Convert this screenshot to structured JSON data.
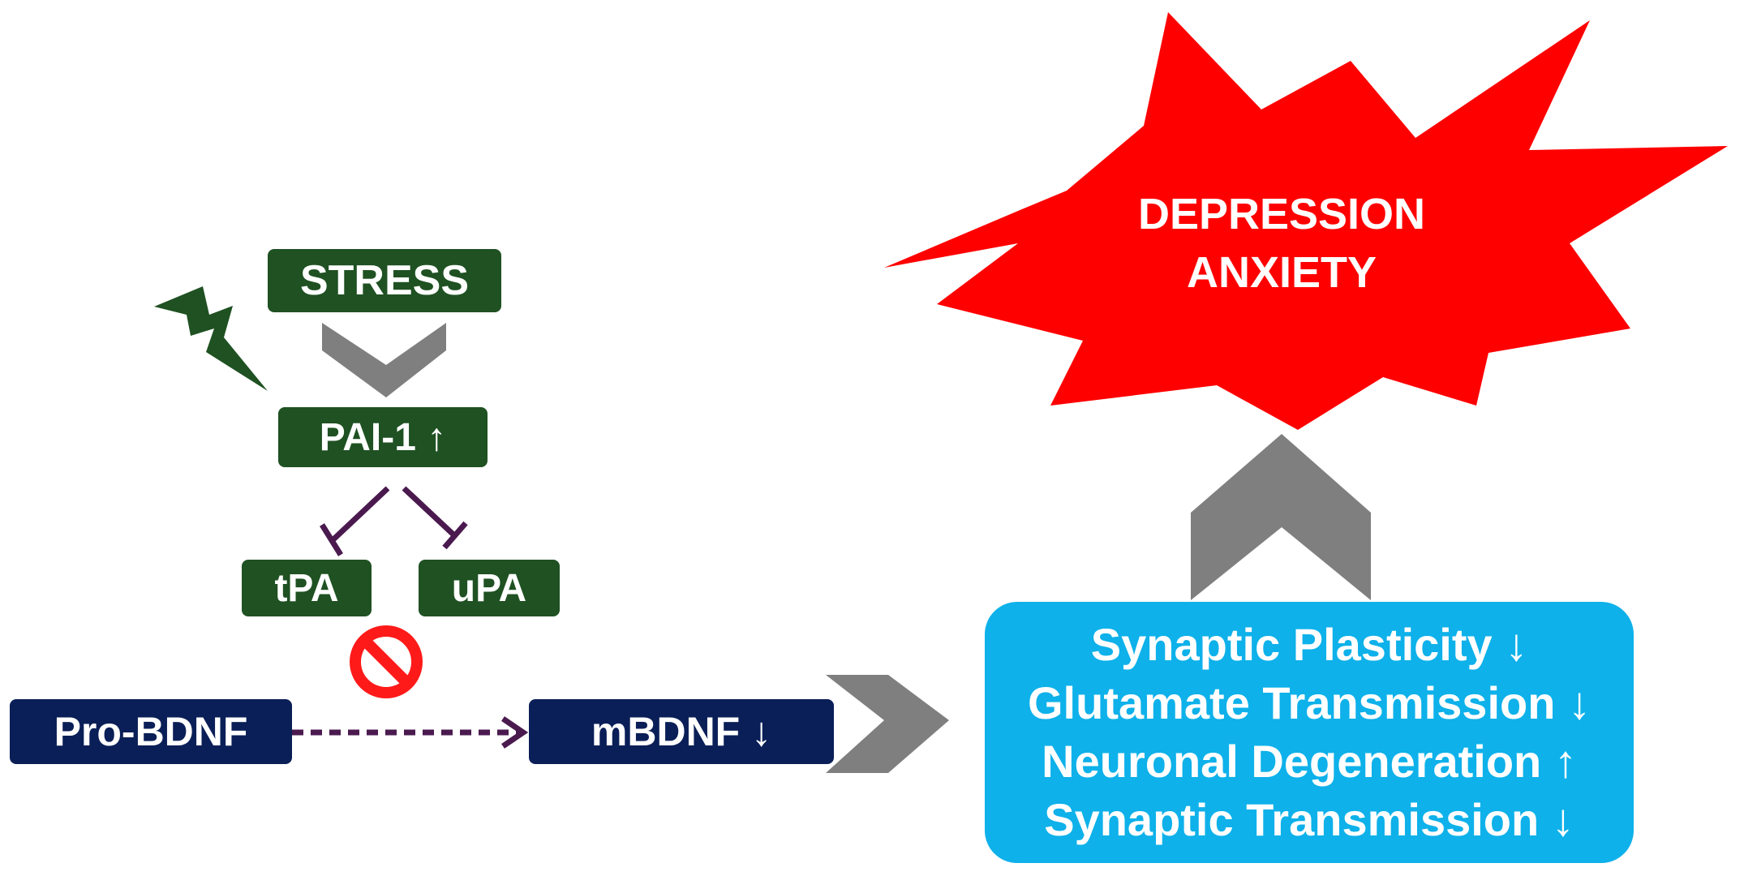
{
  "colors": {
    "green_box": "#1f5122",
    "navy_box": "#0a1f57",
    "cyan_box": "#0eb1ea",
    "burst": "#ff0000",
    "chevron": "#7f7f7f",
    "inhibit_line": "#4a1a4f",
    "stop_sign": "#ff1a1a"
  },
  "icons": [
    "lightning-bolt-icon",
    "prohibition-icon"
  ],
  "nodes": {
    "stress": "STRESS",
    "pai1": "PAI-1 ↑",
    "tpa": "tPA",
    "upa": "uPA",
    "pro_bdnf": "Pro-BDNF",
    "mbdnf": "mBDNF ↓"
  },
  "effects": [
    "Synaptic Plasticity ↓",
    "Glutamate Transmission ↓",
    "Neuronal Degeneration ↑",
    "Synaptic Transmission ↓"
  ],
  "outcome": {
    "line1": "DEPRESSION",
    "line2": "ANXIETY"
  }
}
